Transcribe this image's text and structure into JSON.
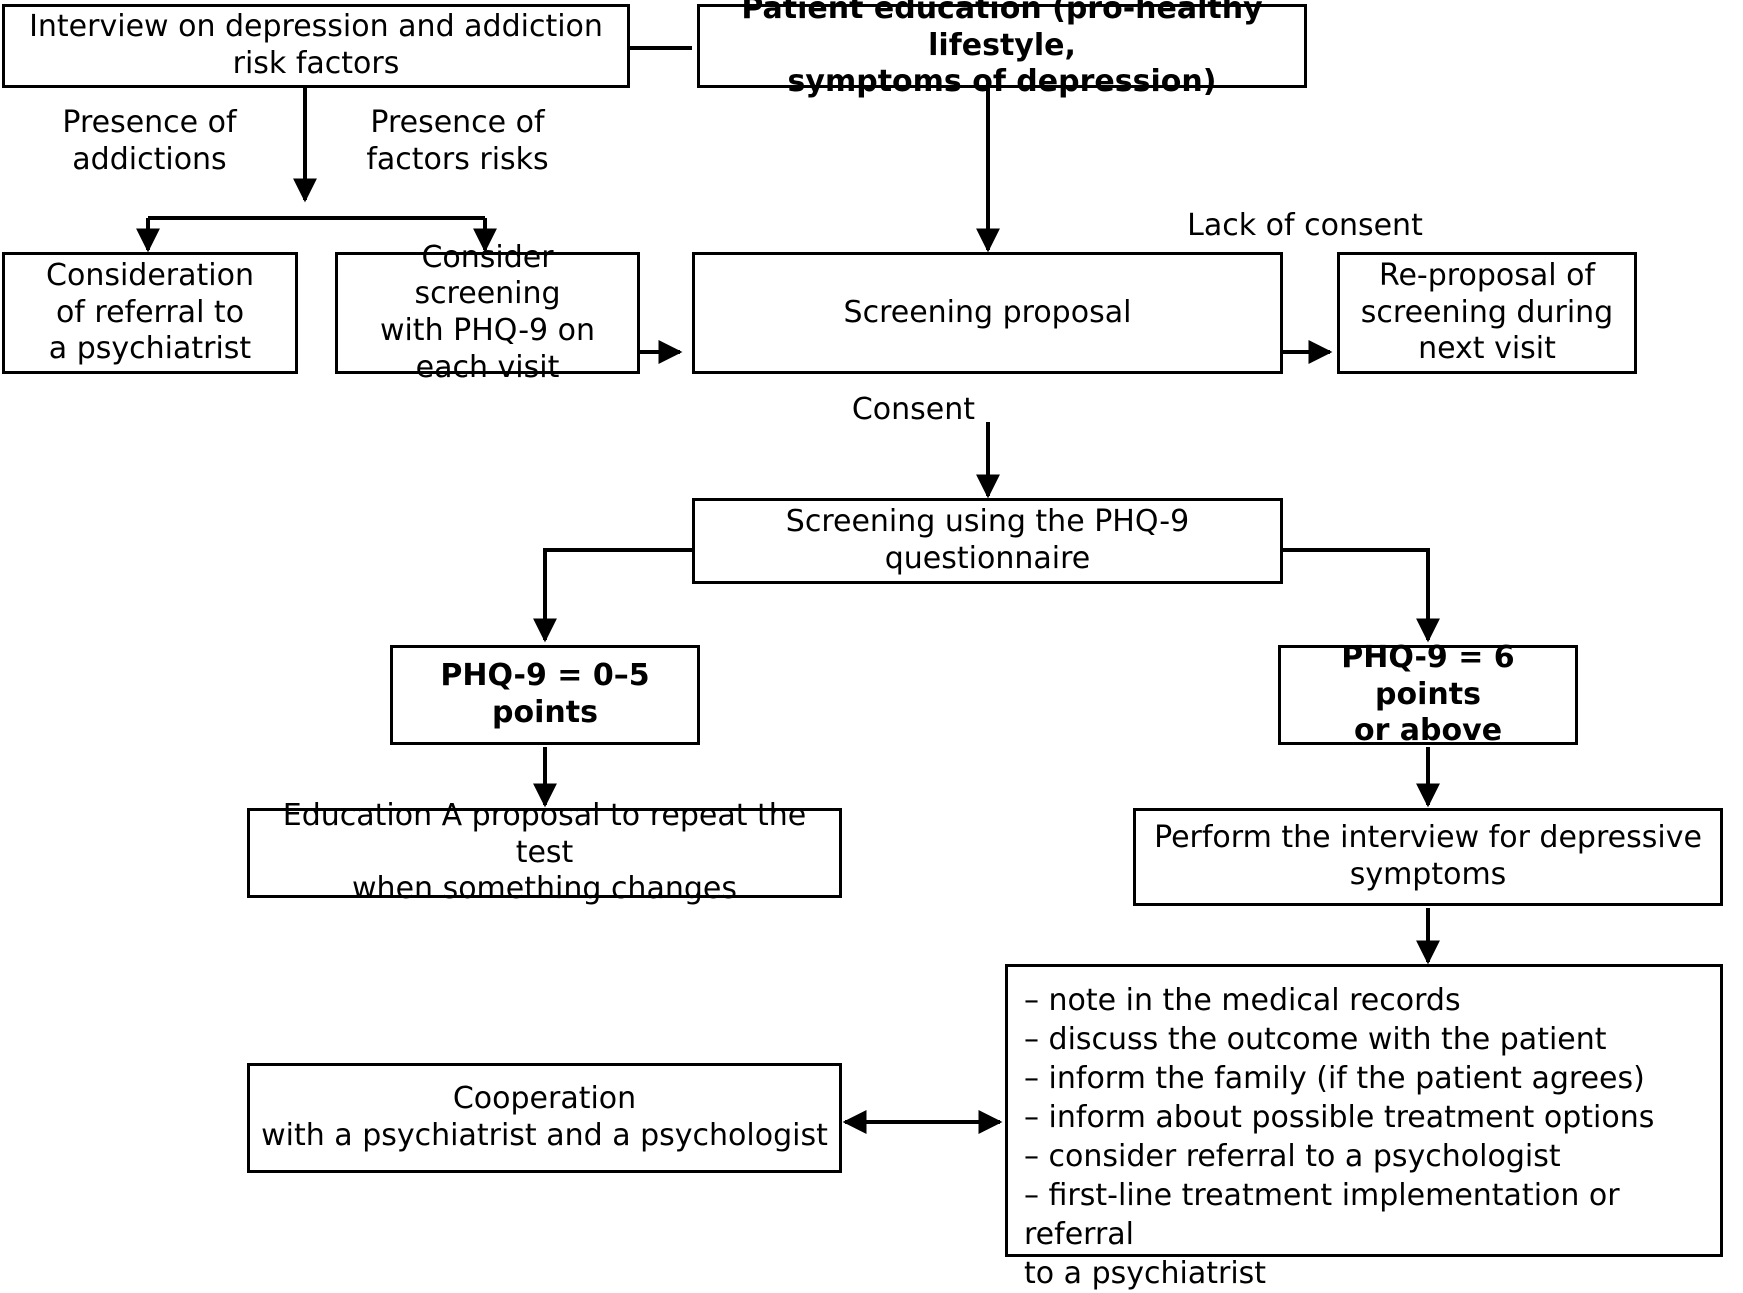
{
  "diagram": {
    "title_present": false,
    "colors": {
      "line": "#000000",
      "text": "#000000",
      "background": "#ffffff"
    },
    "nodes": {
      "interview": {
        "label": "Interview on depression and addiction\nrisk factors"
      },
      "patient_education": {
        "label": "Patient education (pro-healthy lifestyle,\nsymptoms of depression)"
      },
      "consideration_referral": {
        "label": "Consideration\nof referral to\na psychiatrist"
      },
      "consider_screening": {
        "label": "Consider screening\nwith PHQ-9 on\neach visit"
      },
      "screening_proposal": {
        "label": "Screening proposal"
      },
      "re_proposal": {
        "label": "Re-proposal of\nscreening during\nnext visit"
      },
      "screening_phq9": {
        "label": "Screening using the PHQ-9\nquestionnaire"
      },
      "phq9_low": {
        "label": "PHQ-9 = 0–5\npoints"
      },
      "phq9_high": {
        "label": "PHQ-9 = 6 points\nor above"
      },
      "education_a": {
        "label": "Education A proposal to repeat the test\nwhen something changes"
      },
      "perform_interview": {
        "label": "Perform the interview for depressive\nsymptoms"
      },
      "actions_list": {
        "label": "– note in the medical records\n– discuss the outcome with the patient\n– inform the family (if the patient agrees)\n– inform about possible treatment options\n– consider referral to a psychologist\n– first-line treatment implementation or referral\n   to a psychiatrist"
      },
      "cooperation": {
        "label": "Cooperation\nwith a psychiatrist and a psychologist"
      }
    },
    "edge_labels": {
      "presence_addictions": "Presence of\naddictions",
      "presence_factors": "Presence of\nfactors risks",
      "lack_of_consent": "Lack of consent",
      "consent": "Consent"
    }
  }
}
